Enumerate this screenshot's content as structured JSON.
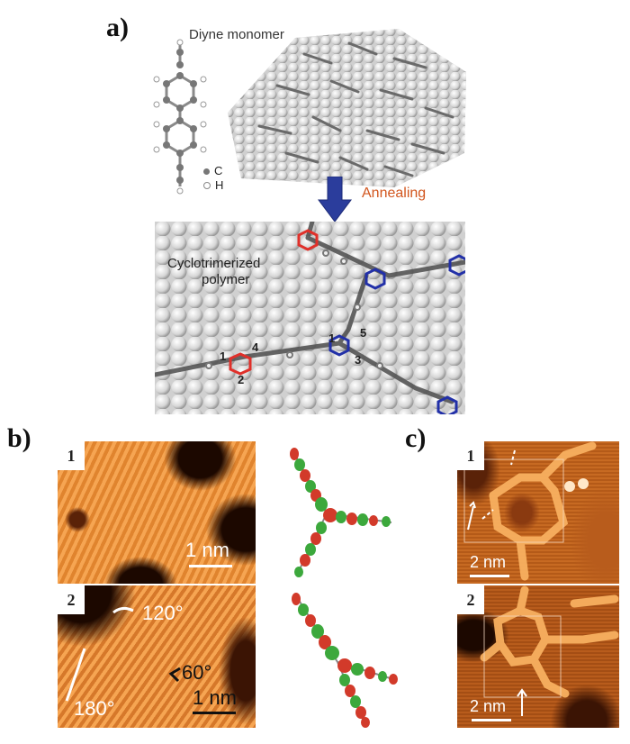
{
  "panel_a": {
    "letter": "a)",
    "monomer_title": "Diyne monomer",
    "legend_c": "C",
    "legend_h": "H",
    "annealing": "Annealing",
    "polymer_label_1": "Cyclotrimerized",
    "polymer_label_2": "polymer",
    "atom_labels": [
      "1",
      "4",
      "2",
      "1",
      "5",
      "3"
    ]
  },
  "panel_b": {
    "letter": "b)",
    "img1": {
      "num": "1",
      "scale": "1 nm"
    },
    "img2": {
      "num": "2",
      "scale": "1 nm",
      "angle_120": "120°",
      "angle_60": "60°",
      "angle_180": "180°"
    }
  },
  "panel_c": {
    "letter": "c)",
    "img1": {
      "num": "1",
      "scale": "2 nm"
    },
    "img2": {
      "num": "2",
      "scale": "2 nm"
    }
  },
  "colors": {
    "arrow_blue": "#2b3d9c",
    "annealing": "#d2561e",
    "ring_red": "#e0302a",
    "ring_blue": "#2230a8",
    "stm_bright": "#f6a552",
    "stm_dark": "#1c0800"
  }
}
